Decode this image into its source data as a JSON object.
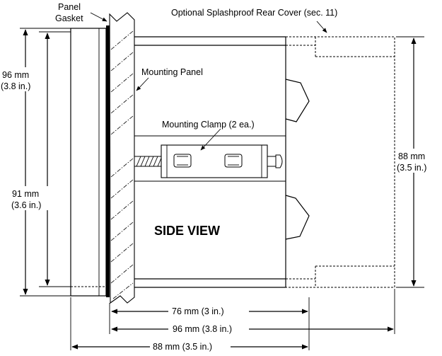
{
  "labels": {
    "panel_gasket_line1": "Panel",
    "panel_gasket_line2": "Gasket",
    "rear_cover": "Optional Splashproof Rear Cover (sec. 11)",
    "mounting_panel": "Mounting Panel",
    "mounting_clamp": "Mounting Clamp (2 ea.)",
    "side_view": "SIDE VIEW"
  },
  "dimensions": {
    "overall_height_mm": "96 mm",
    "overall_height_in": "(3.8 in.)",
    "bezel_inner_height_mm": "91 mm",
    "bezel_inner_height_in": "(3.6 in.)",
    "rear_height_mm": "88 mm",
    "rear_height_in": "(3.5 in.)",
    "depth_behind_panel": "76 mm (3 in.)",
    "depth_with_cover": "96 mm (3.8 in.)",
    "depth_from_front": "88 mm (3.5 in.)"
  }
}
